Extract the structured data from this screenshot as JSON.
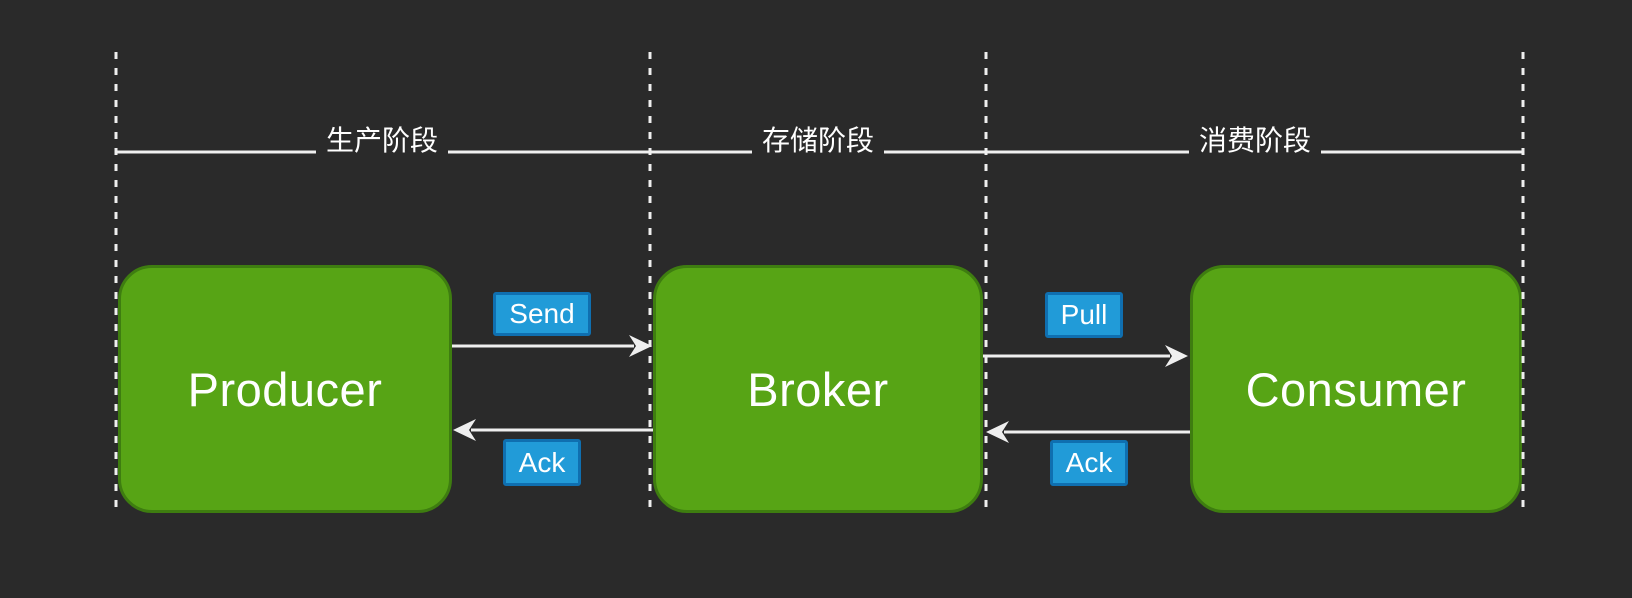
{
  "colors": {
    "bg": "#2a2a2a",
    "box_fill": "#57a415",
    "box_border": "#3e7d10",
    "badge_fill": "#219bd8",
    "badge_border": "#0f6fb0",
    "line": "#efefef",
    "text": "#ffffff"
  },
  "phases": [
    {
      "label": "生产阶段"
    },
    {
      "label": "存储阶段"
    },
    {
      "label": "消费阶段"
    }
  ],
  "nodes": [
    {
      "label": "Producer"
    },
    {
      "label": "Broker"
    },
    {
      "label": "Consumer"
    }
  ],
  "messages": {
    "send": "Send",
    "ack_producer": "Ack",
    "pull": "Pull",
    "ack_broker": "Ack"
  }
}
